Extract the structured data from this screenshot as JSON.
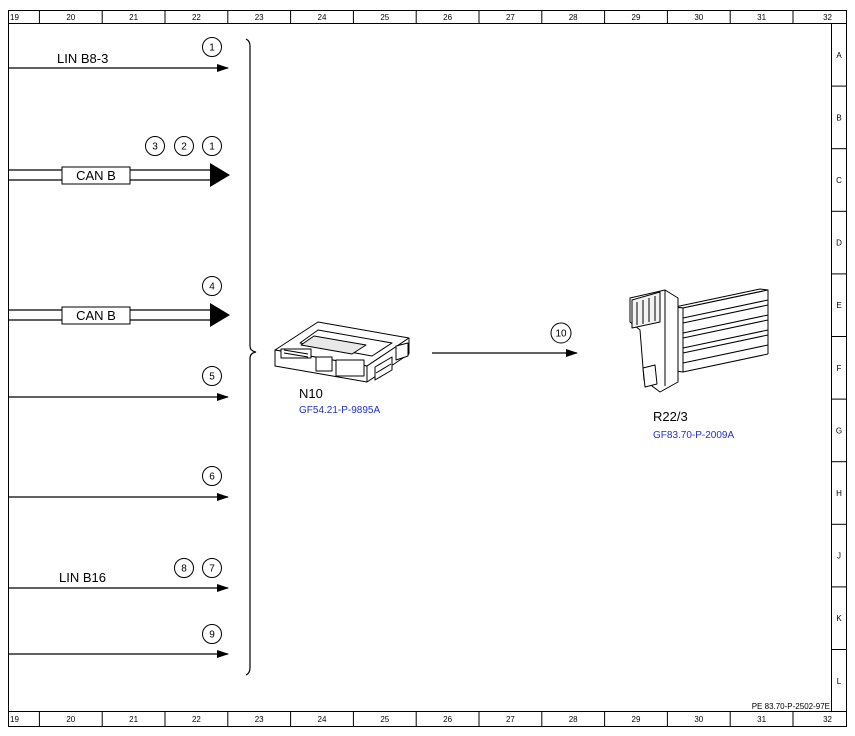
{
  "grid": {
    "columns": [
      "19",
      "20",
      "21",
      "22",
      "23",
      "24",
      "25",
      "26",
      "27",
      "28",
      "29",
      "30",
      "31",
      "32"
    ],
    "rows": [
      "A",
      "B",
      "C",
      "D",
      "E",
      "F",
      "G",
      "H",
      "J",
      "K",
      "L"
    ]
  },
  "signals": [
    {
      "label": "LIN B8-3",
      "callouts": [
        "1"
      ]
    },
    {
      "label": "CAN B",
      "callouts": [
        "3",
        "2",
        "1"
      ]
    },
    {
      "label": "CAN B",
      "callouts": [
        "4"
      ]
    },
    {
      "label": "",
      "callouts": [
        "5"
      ]
    },
    {
      "label": "",
      "callouts": [
        "6"
      ]
    },
    {
      "label": "LIN B16",
      "callouts": [
        "8",
        "7"
      ]
    },
    {
      "label": "",
      "callouts": [
        "9"
      ]
    }
  ],
  "components": [
    {
      "id": "N10",
      "ref": "GF54.21-P-9895A",
      "icon": "control-unit-icon"
    },
    {
      "id": "R22/3",
      "ref": "GF83.70-P-2009A",
      "icon": "heater-element-icon"
    }
  ],
  "link": {
    "callout": "10"
  },
  "footer": {
    "doc_id": "PE 83.70-P-2502-97E"
  },
  "colors": {
    "line": "#000000",
    "reference": "#1f2fd0",
    "background": "#ffffff"
  }
}
